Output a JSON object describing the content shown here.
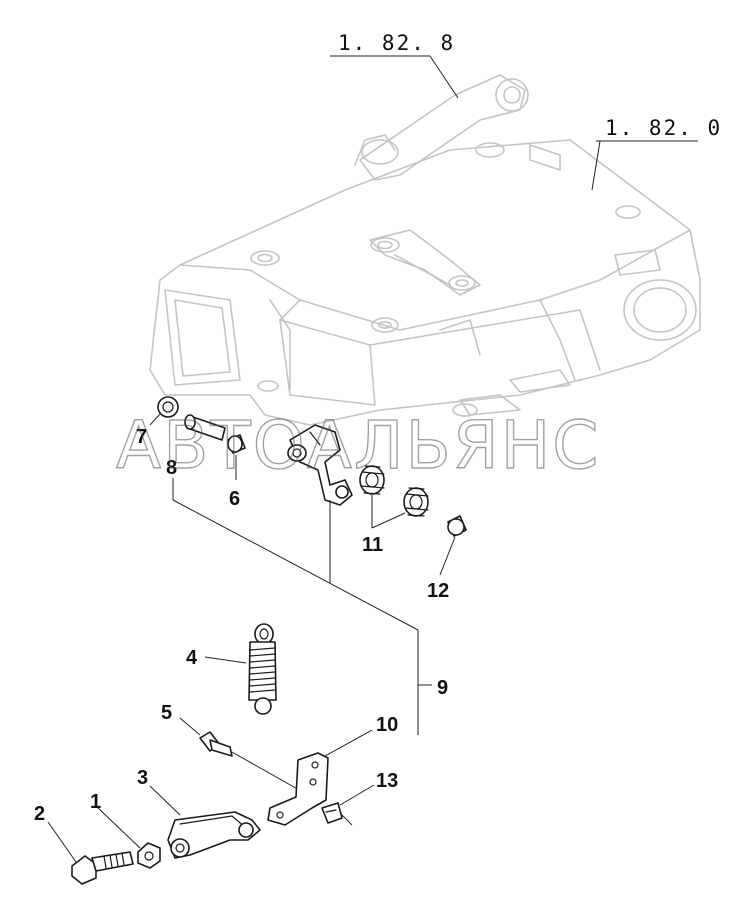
{
  "references": {
    "upper_link": "1. 82. 8",
    "housing": "1. 82. 0"
  },
  "callouts": [
    "1",
    "2",
    "3",
    "4",
    "5",
    "6",
    "7",
    "8",
    "9",
    "10",
    "11",
    "12",
    "13"
  ],
  "watermark": "АВТОАЛЬЯНС",
  "colors": {
    "ink": "#1a1a1a",
    "housing_outline": "#c4c4c4",
    "watermark": "#555555"
  }
}
